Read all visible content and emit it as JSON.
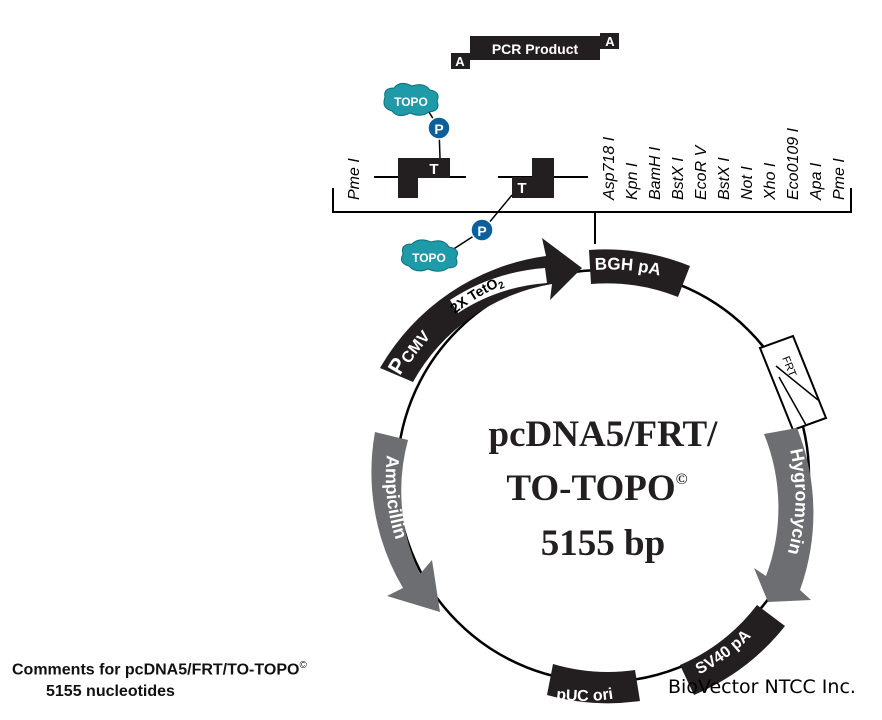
{
  "plasmid": {
    "name_line1": "pcDNA5/FRT/",
    "name_line2": "TO-TOPO",
    "name_symbol": "©",
    "size": "5155 bp"
  },
  "pcr_product": {
    "label": "PCR Product",
    "overhang_left": "A",
    "overhang_right": "A"
  },
  "topo": {
    "label": "TOPO",
    "phosphate": "P",
    "thymidine": "T",
    "color": "#1f9aa8",
    "phosphate_color": "#0b5f9a"
  },
  "mcs": {
    "left_site": "Pme I",
    "sites": [
      "Asp718 I",
      "Kpn I",
      "BamH I",
      "BstX I",
      "EcoR V",
      "BstX I",
      "Not I",
      "Xho I",
      "Eco0109 I",
      "Apa I",
      "Pme I"
    ]
  },
  "features": {
    "pcmv": "P",
    "pcmv_sub": "CMV",
    "teto2": "2X TetO",
    "teto2_sub": "2",
    "bgh": "BGH pA",
    "frt": "FRT",
    "hygromycin": "Hygromycin",
    "sv40": "SV40 pA",
    "puc": "pUC ori",
    "ampicillin": "Ampicillin",
    "dark_color": "#231f20",
    "gray_color": "#6d6e71"
  },
  "comments": {
    "title": "Comments for pcDNA5/FRT/TO-TOPO",
    "title_symbol": "©",
    "subtitle": "5155 nucleotides"
  },
  "watermark": "BioVector NTCC Inc."
}
